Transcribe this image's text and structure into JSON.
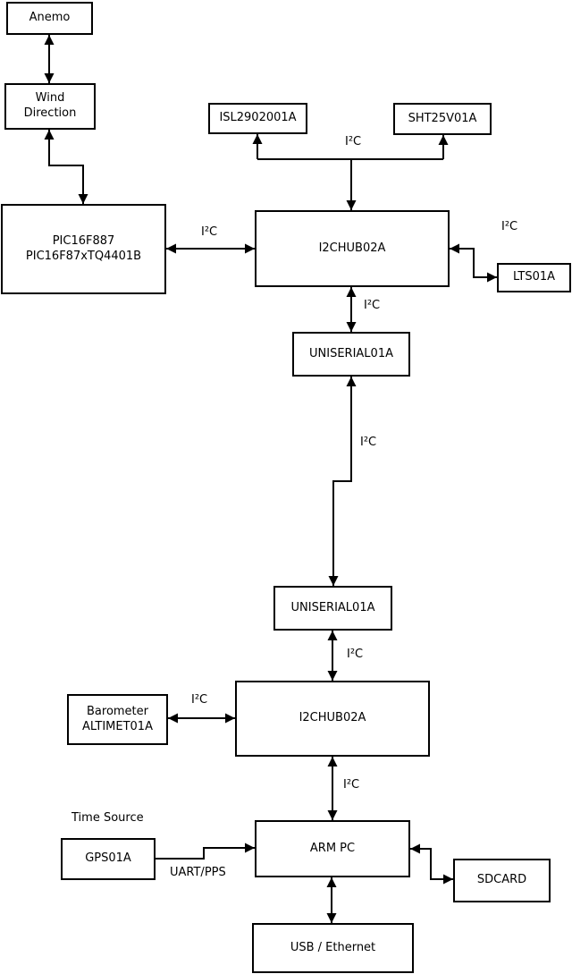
{
  "colors": {
    "background": "#ffffff",
    "line": "#000000",
    "text": "#000000"
  },
  "nodes": {
    "anemo": {
      "label": "Anemo"
    },
    "wind_direction": {
      "line1": "Wind",
      "line2": "Direction"
    },
    "pic": {
      "line1": "PIC16F887",
      "line2": "PIC16F87xTQ4401B"
    },
    "isl": {
      "label": "ISL2902001A"
    },
    "sht": {
      "label": "SHT25V01A"
    },
    "i2c_hub_1": {
      "label": "I2CHUB02A"
    },
    "lts": {
      "label": "LTS01A"
    },
    "uniserial_1": {
      "label": "UNISERIAL01A"
    },
    "uniserial_2": {
      "label": "UNISERIAL01A"
    },
    "i2c_hub_2": {
      "label": "I2CHUB02A"
    },
    "barometer": {
      "line1": "Barometer",
      "line2": "ALTIMET01A"
    },
    "gps": {
      "label": "GPS01A"
    },
    "arm_pc": {
      "label": "ARM PC"
    },
    "sdcard": {
      "label": "SDCARD"
    },
    "usb_ethernet": {
      "label": "USB / Ethernet"
    }
  },
  "edge_labels": {
    "sensor_bus": "I²C",
    "pic_hub1": "I²C",
    "hub1_lts": "I²C",
    "hub1_uniserial1": "I²C",
    "uniserial_link": "I²C",
    "uniserial2_hub2": "I²C",
    "barometer_hub2": "I²C",
    "hub2_armpc": "I²C",
    "gps_armpc": "UART/PPS"
  },
  "annotations": {
    "time_source": "Time Source"
  }
}
